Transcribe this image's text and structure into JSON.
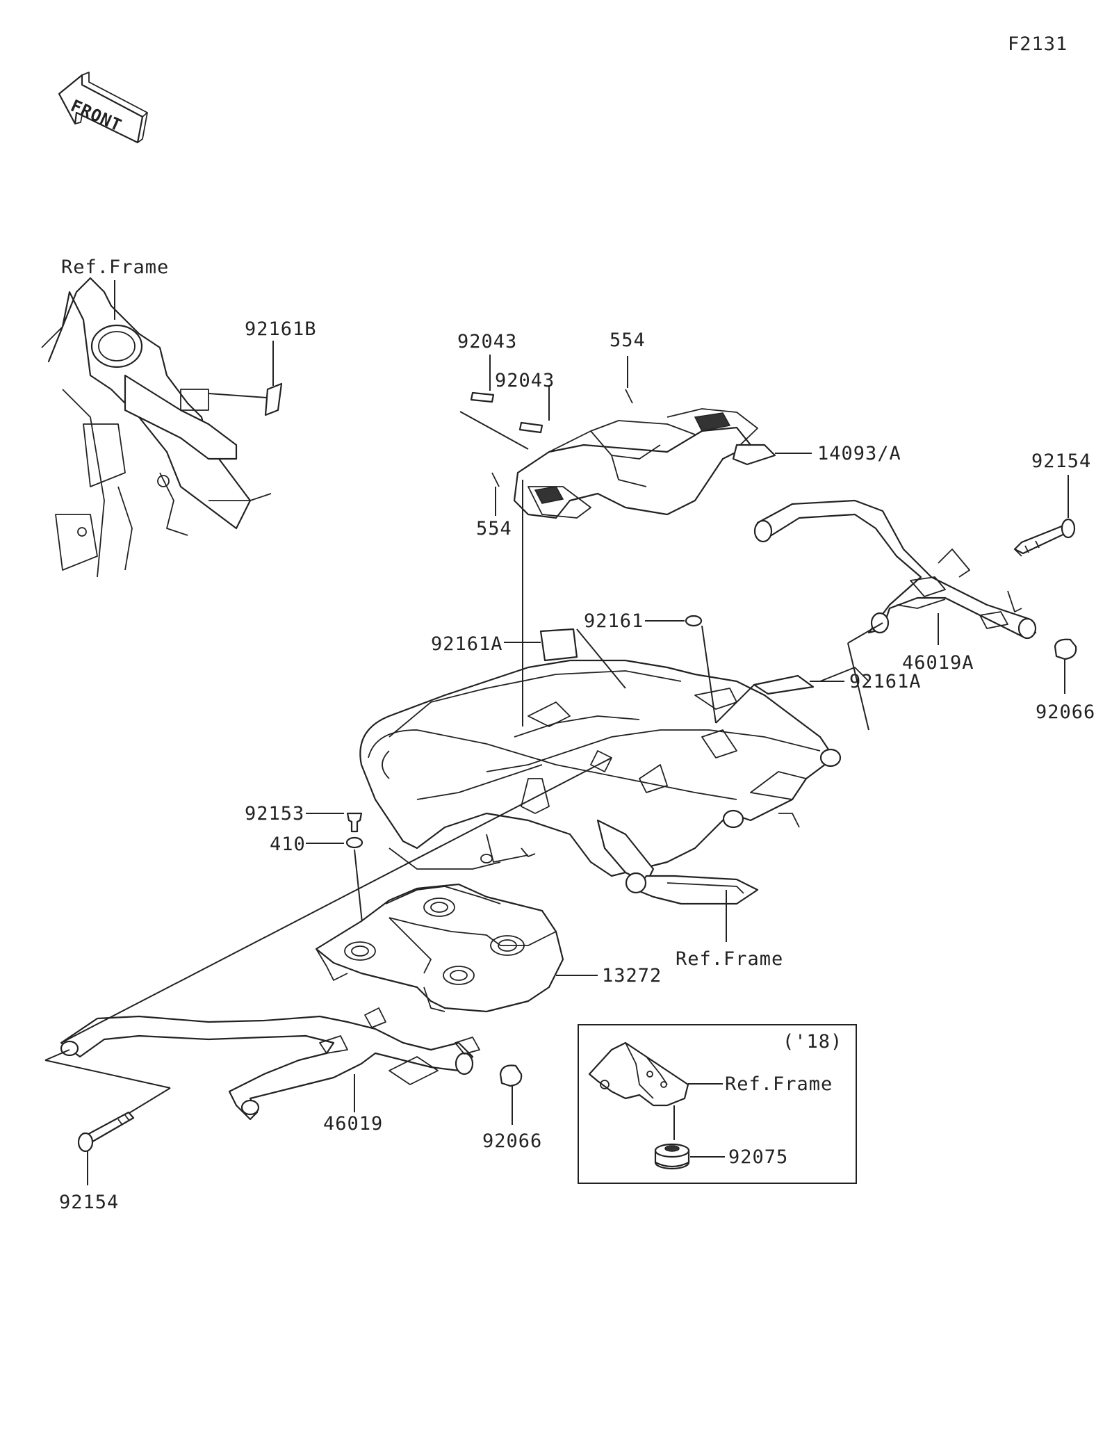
{
  "diagram": {
    "figure_code": "F2131",
    "front_marker": "FRONT",
    "inset_year": "('18)",
    "labels": {
      "ref_frame_top": "Ref.Frame",
      "p92161B": "92161B",
      "p92043_a": "92043",
      "p92043_b": "92043",
      "p554_top": "554",
      "p554_left": "554",
      "p14093A": "14093/A",
      "p92154_right": "92154",
      "p92161": "92161",
      "p92161A_left": "92161A",
      "p92161A_right": "92161A",
      "p46019A": "46019A",
      "p92066_right": "92066",
      "p92153": "92153",
      "p410": "410",
      "ref_frame_mid": "Ref.Frame",
      "p13272": "13272",
      "p46019": "46019",
      "p92066_left": "92066",
      "p92154_left": "92154",
      "ref_frame_inset": "Ref.Frame",
      "p92075": "92075"
    }
  }
}
